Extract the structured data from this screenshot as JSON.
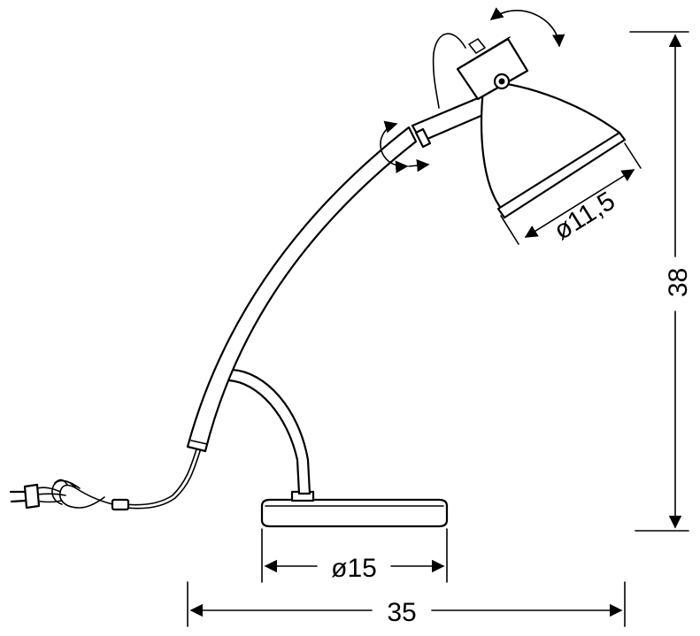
{
  "dimensions": {
    "height": "38",
    "width": "35",
    "base_diameter": "ø15",
    "shade_diameter": "ø11,5"
  }
}
